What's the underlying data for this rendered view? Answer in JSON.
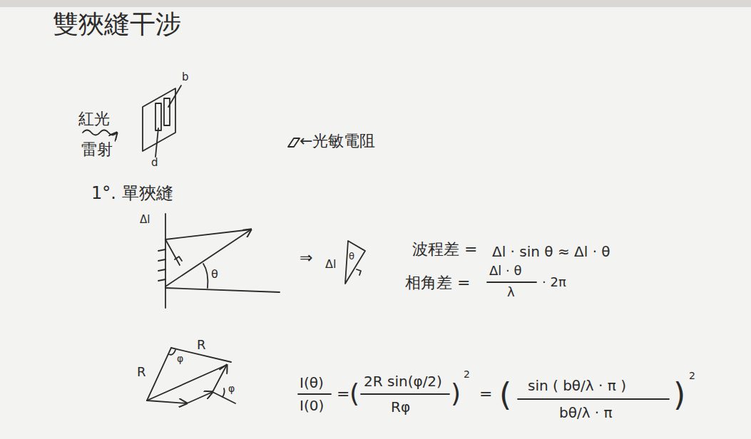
{
  "diagram": {
    "title": "雙狹縫干涉",
    "labels": [
      "紅光",
      "雷射",
      "b",
      "d",
      "←光敏電阻",
      "1°. 單狹縫",
      "Δl",
      "θ",
      "⇒",
      "Δl",
      "θ",
      "波程差 =",
      "Δl · sin θ ≈ Δl · θ",
      "相角差 =",
      "Δl · θ",
      "λ",
      "· 2π",
      "R",
      "R",
      "φ",
      "φ",
      "I(θ)",
      "I(0)",
      "=",
      "(",
      "2R sin(φ/2)",
      "Rφ",
      ")",
      "2",
      "=",
      "(",
      "sin ( bθ/λ · π )",
      "bθ/λ · π",
      ")",
      "2"
    ]
  }
}
